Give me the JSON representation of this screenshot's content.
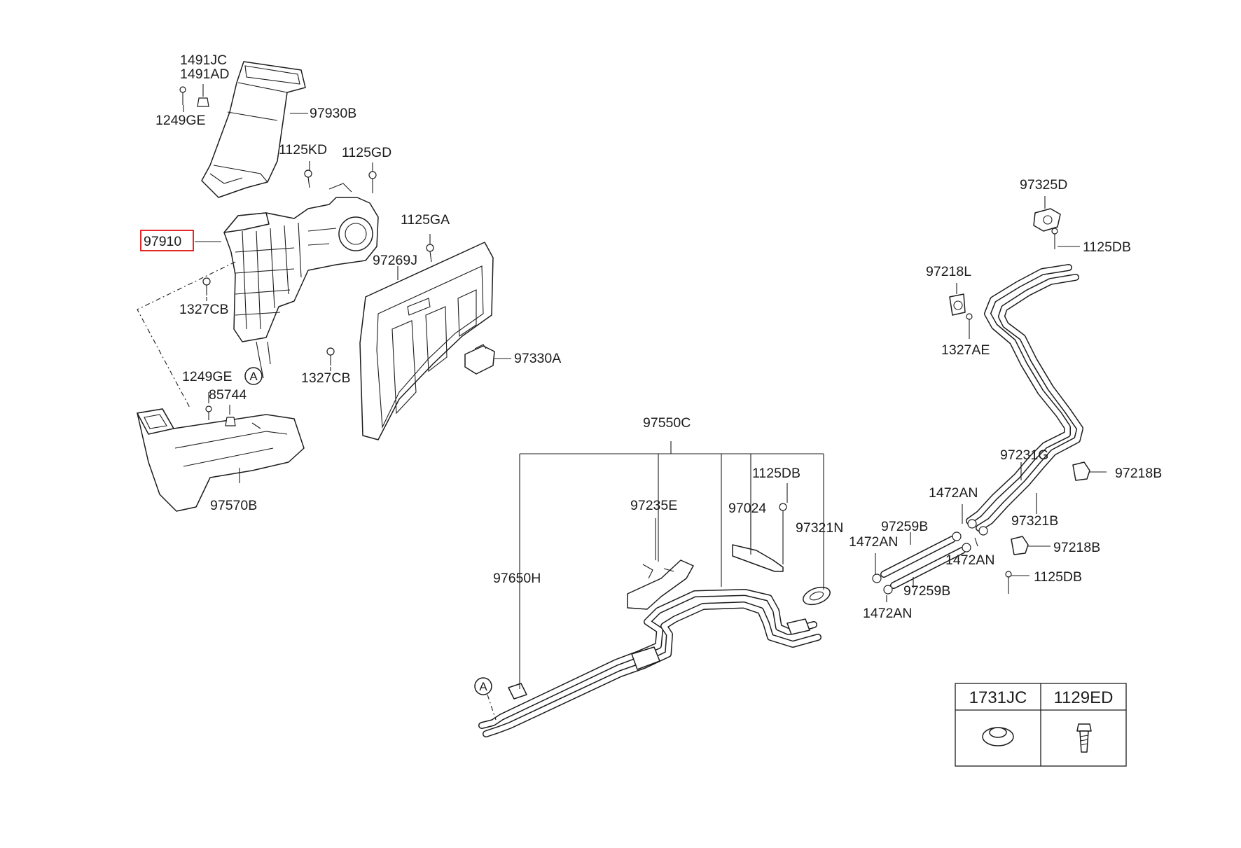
{
  "labels": {
    "l1491JC": "1491JC",
    "l1491AD": "1491AD",
    "l1249GE_top": "1249GE",
    "l97930B": "97930B",
    "l1125KD": "1125KD",
    "l1125GD": "1125GD",
    "l1125GA": "1125GA",
    "l97910": "97910",
    "l97269J": "97269J",
    "l1327CB_left": "1327CB",
    "l97330A": "97330A",
    "l1249GE_bottom": "1249GE",
    "l85744": "85744",
    "l1327CB_mid": "1327CB",
    "l97570B": "97570B",
    "l97550C": "97550C",
    "l1125DB_mid": "1125DB",
    "l97235E": "97235E",
    "l97024": "97024",
    "l97321N": "97321N",
    "l97650H": "97650H",
    "l97325D": "97325D",
    "l1125DB_top": "1125DB",
    "l97218L": "97218L",
    "l1327AE": "1327AE",
    "l97231G": "97231G",
    "l97218B_upper": "97218B",
    "l1472AN_top": "1472AN",
    "l97259B_top": "97259B",
    "l97321B": "97321B",
    "l1472AN_left": "1472AN",
    "l97218B_lower": "97218B",
    "l1472AN_right": "1472AN",
    "l1125DB_low": "1125DB",
    "l97259B_bottom": "97259B",
    "l1472AN_bottom": "1472AN"
  },
  "markers": {
    "ref_a_upper": "A",
    "ref_a_lower": "A"
  },
  "legend_table": {
    "col1": "1731JC",
    "col2": "1129ED"
  },
  "highlight_color": "#e01010"
}
